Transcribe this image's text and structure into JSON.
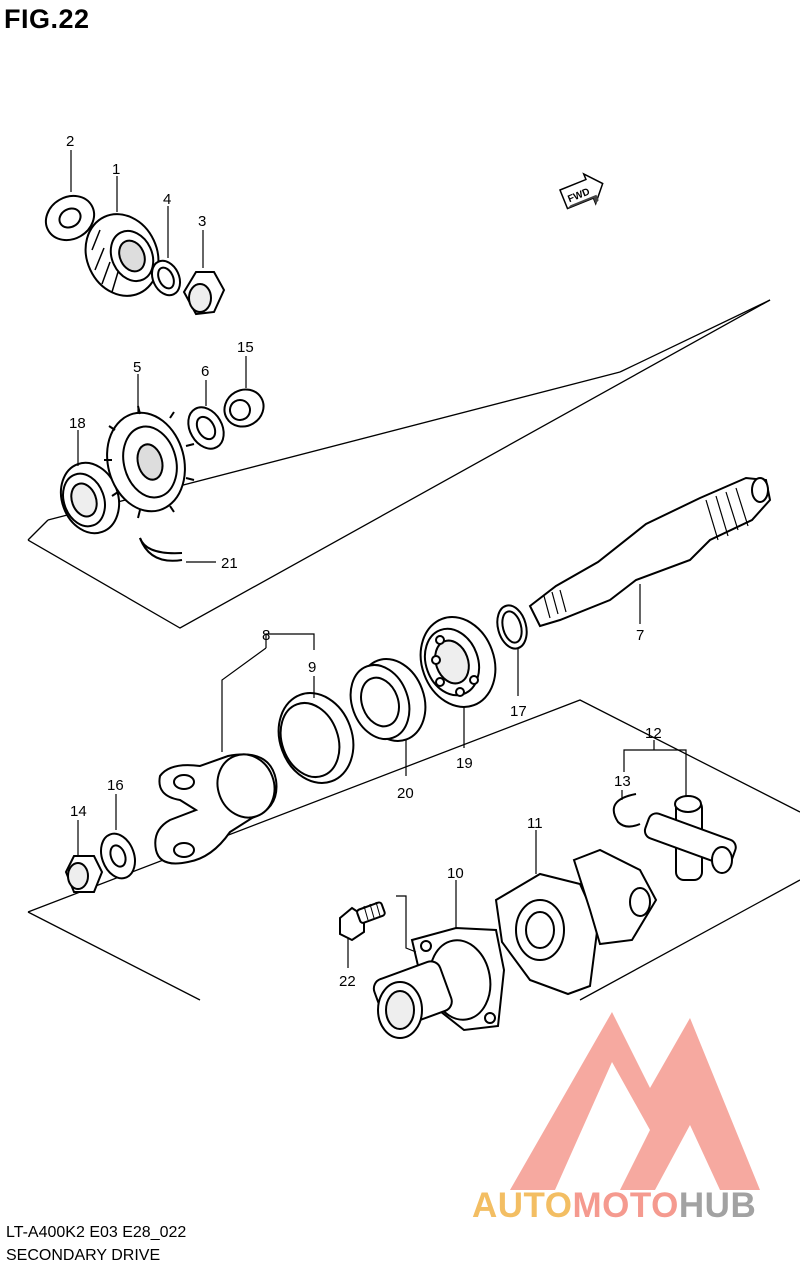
{
  "figure": {
    "title": "FIG.22",
    "model_code": "LT-A400K2 E03 E28_022",
    "section_name": "SECONDARY DRIVE"
  },
  "direction_badge": "FWD",
  "callouts": [
    "1",
    "2",
    "3",
    "4",
    "5",
    "6",
    "7",
    "8",
    "9",
    "10",
    "11",
    "12",
    "13",
    "14",
    "15",
    "16",
    "17",
    "18",
    "19",
    "20",
    "21",
    "22"
  ],
  "watermark": {
    "part1": "AUTO",
    "part2": "MOTO",
    "part3": "HUB",
    "colors": {
      "auto": "#f3be63",
      "moto": "#f59a8f",
      "hub": "#a2a2a2",
      "triangle": "#f08a82"
    }
  },
  "icons": [
    "arrow-icon",
    "logo-icon"
  ]
}
